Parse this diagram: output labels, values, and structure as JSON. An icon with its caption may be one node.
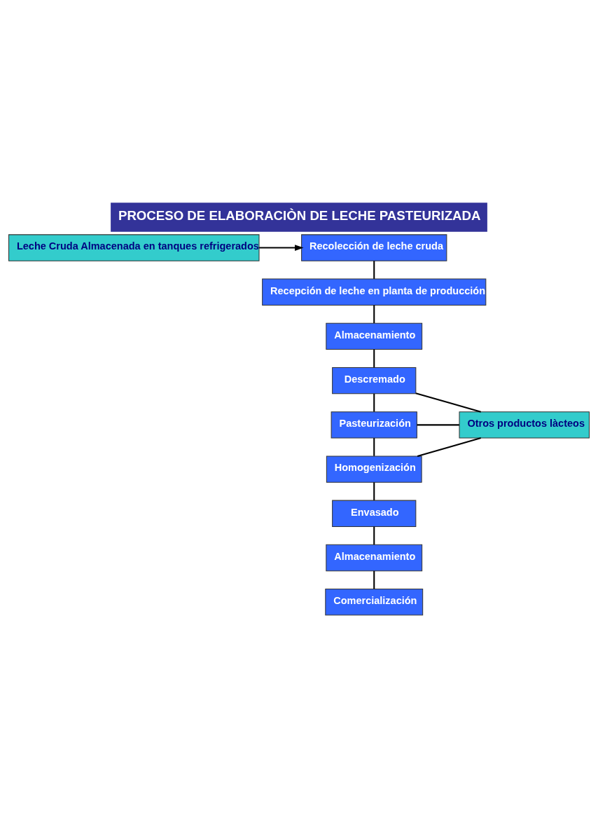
{
  "diagram": {
    "title": "PROCESO DE ELABORACIÒN DE LECHE PASTEURIZADA",
    "nodes": [
      {
        "text": [
          "Leche Cruda Almacenada en tanques refrigerados"
        ]
      },
      {
        "text": [
          "Recolección de leche cruda"
        ]
      },
      {
        "text": [
          "Recepción de leche en planta de producción"
        ]
      },
      {
        "text": [
          "Almacenamiento"
        ]
      },
      {
        "text": [
          "Descremado"
        ]
      },
      {
        "text": [
          "Pasteurización"
        ]
      },
      {
        "text": [
          "Homogenización"
        ]
      },
      {
        "text": [
          "Envasado"
        ]
      },
      {
        "text": [
          "Almacenamiento"
        ]
      },
      {
        "text": [
          "Comercialización"
        ]
      },
      {
        "text": [
          "Otros productos làcteos"
        ]
      }
    ],
    "edges": [
      {
        "from": 0,
        "to": 1,
        "arrow": "to"
      },
      {
        "from": 1,
        "to": 2,
        "arrow": "none"
      },
      {
        "from": 2,
        "to": 3,
        "arrow": "none"
      },
      {
        "from": 3,
        "to": 4,
        "arrow": "none"
      },
      {
        "from": 4,
        "to": 5,
        "arrow": "none"
      },
      {
        "from": 5,
        "to": 6,
        "arrow": "none"
      },
      {
        "from": 6,
        "to": 7,
        "arrow": "none"
      },
      {
        "from": 7,
        "to": 8,
        "arrow": "none"
      },
      {
        "from": 8,
        "to": 9,
        "arrow": "none"
      },
      {
        "from": 4,
        "to": 10,
        "arrow": "none"
      },
      {
        "from": 5,
        "to": 10,
        "arrow": "none"
      },
      {
        "from": 6,
        "to": 10,
        "arrow": "none"
      }
    ]
  }
}
